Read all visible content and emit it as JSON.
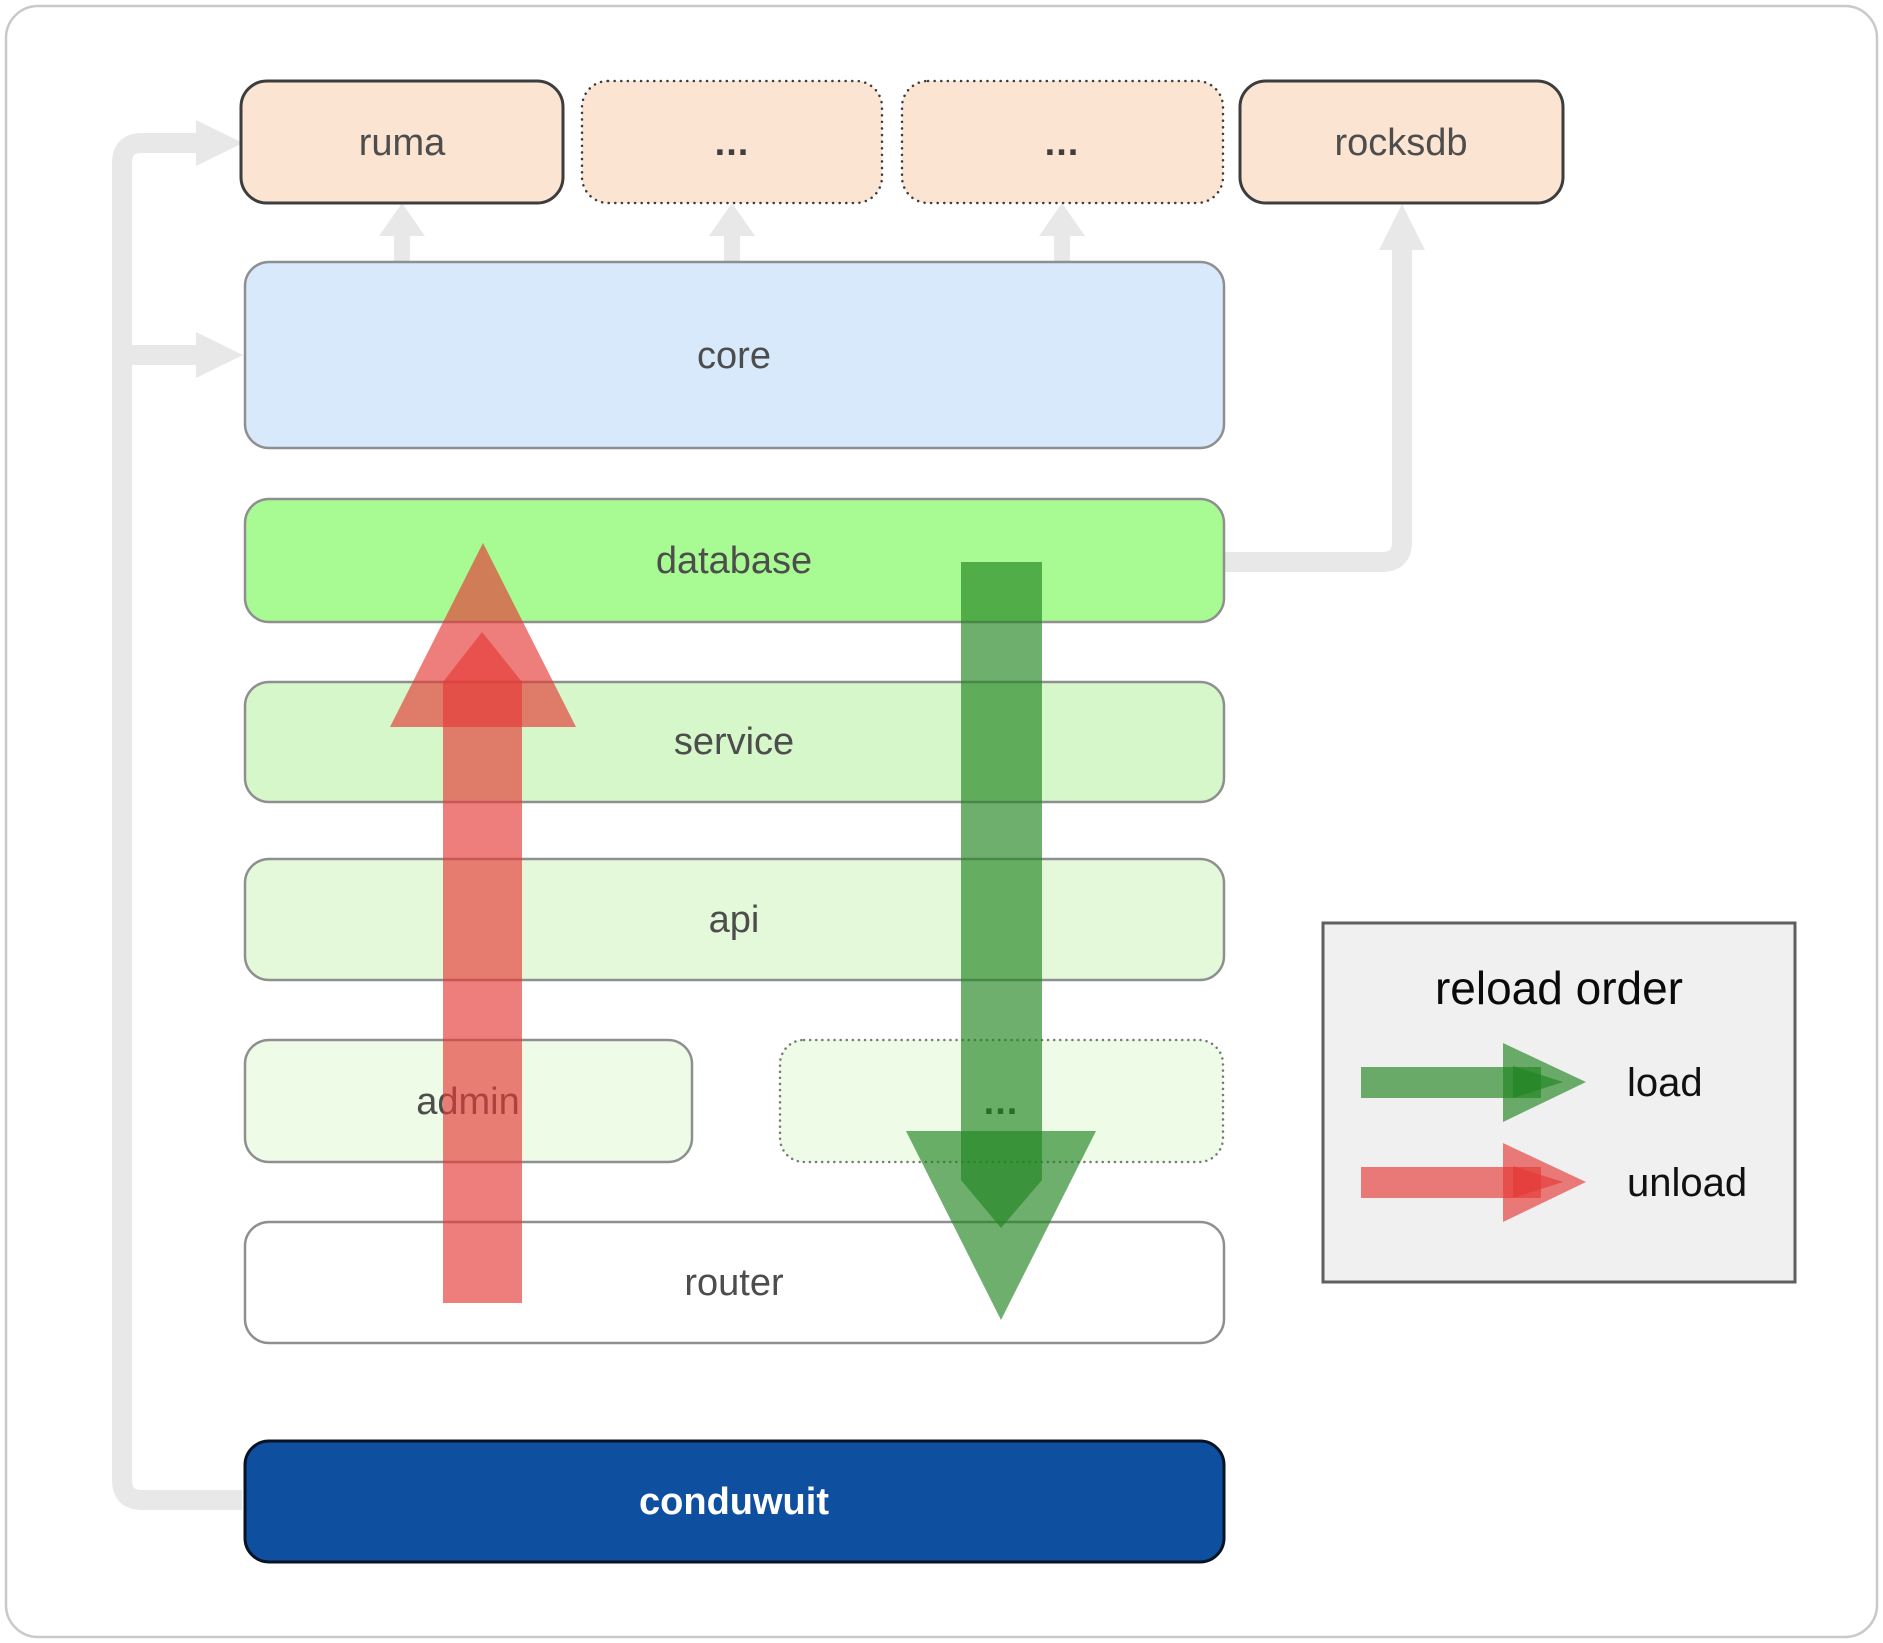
{
  "diagram": {
    "nodes": {
      "ruma": {
        "label": "ruma"
      },
      "ellipsis_top_1": {
        "label": "..."
      },
      "ellipsis_top_2": {
        "label": "..."
      },
      "rocksdb": {
        "label": "rocksdb"
      },
      "core": {
        "label": "core"
      },
      "database": {
        "label": "database"
      },
      "service": {
        "label": "service"
      },
      "api": {
        "label": "api"
      },
      "admin": {
        "label": "admin"
      },
      "ellipsis_admin": {
        "label": "..."
      },
      "router": {
        "label": "router"
      },
      "conduwuit": {
        "label": "conduwuit"
      }
    },
    "legend": {
      "title": "reload order",
      "items": [
        {
          "label": "load",
          "color": "#208420"
        },
        {
          "label": "unload",
          "color": "#e53935"
        }
      ]
    },
    "colors": {
      "peach_fill": "#fce4d2",
      "core_fill": "#d7e9fb",
      "database_fill": "#a8fa93",
      "service_fill": "#d5f7c9",
      "api_fill": "#e4f9da",
      "admin_fill": "#edfbe7",
      "router_fill": "#ffffff",
      "conduwuit_fill": "#0e4f9f",
      "connector_gray": "#e8e8e8",
      "arrow_load": "#208420",
      "arrow_unload": "#e53935",
      "legend_bg": "#f0f0f0"
    }
  }
}
